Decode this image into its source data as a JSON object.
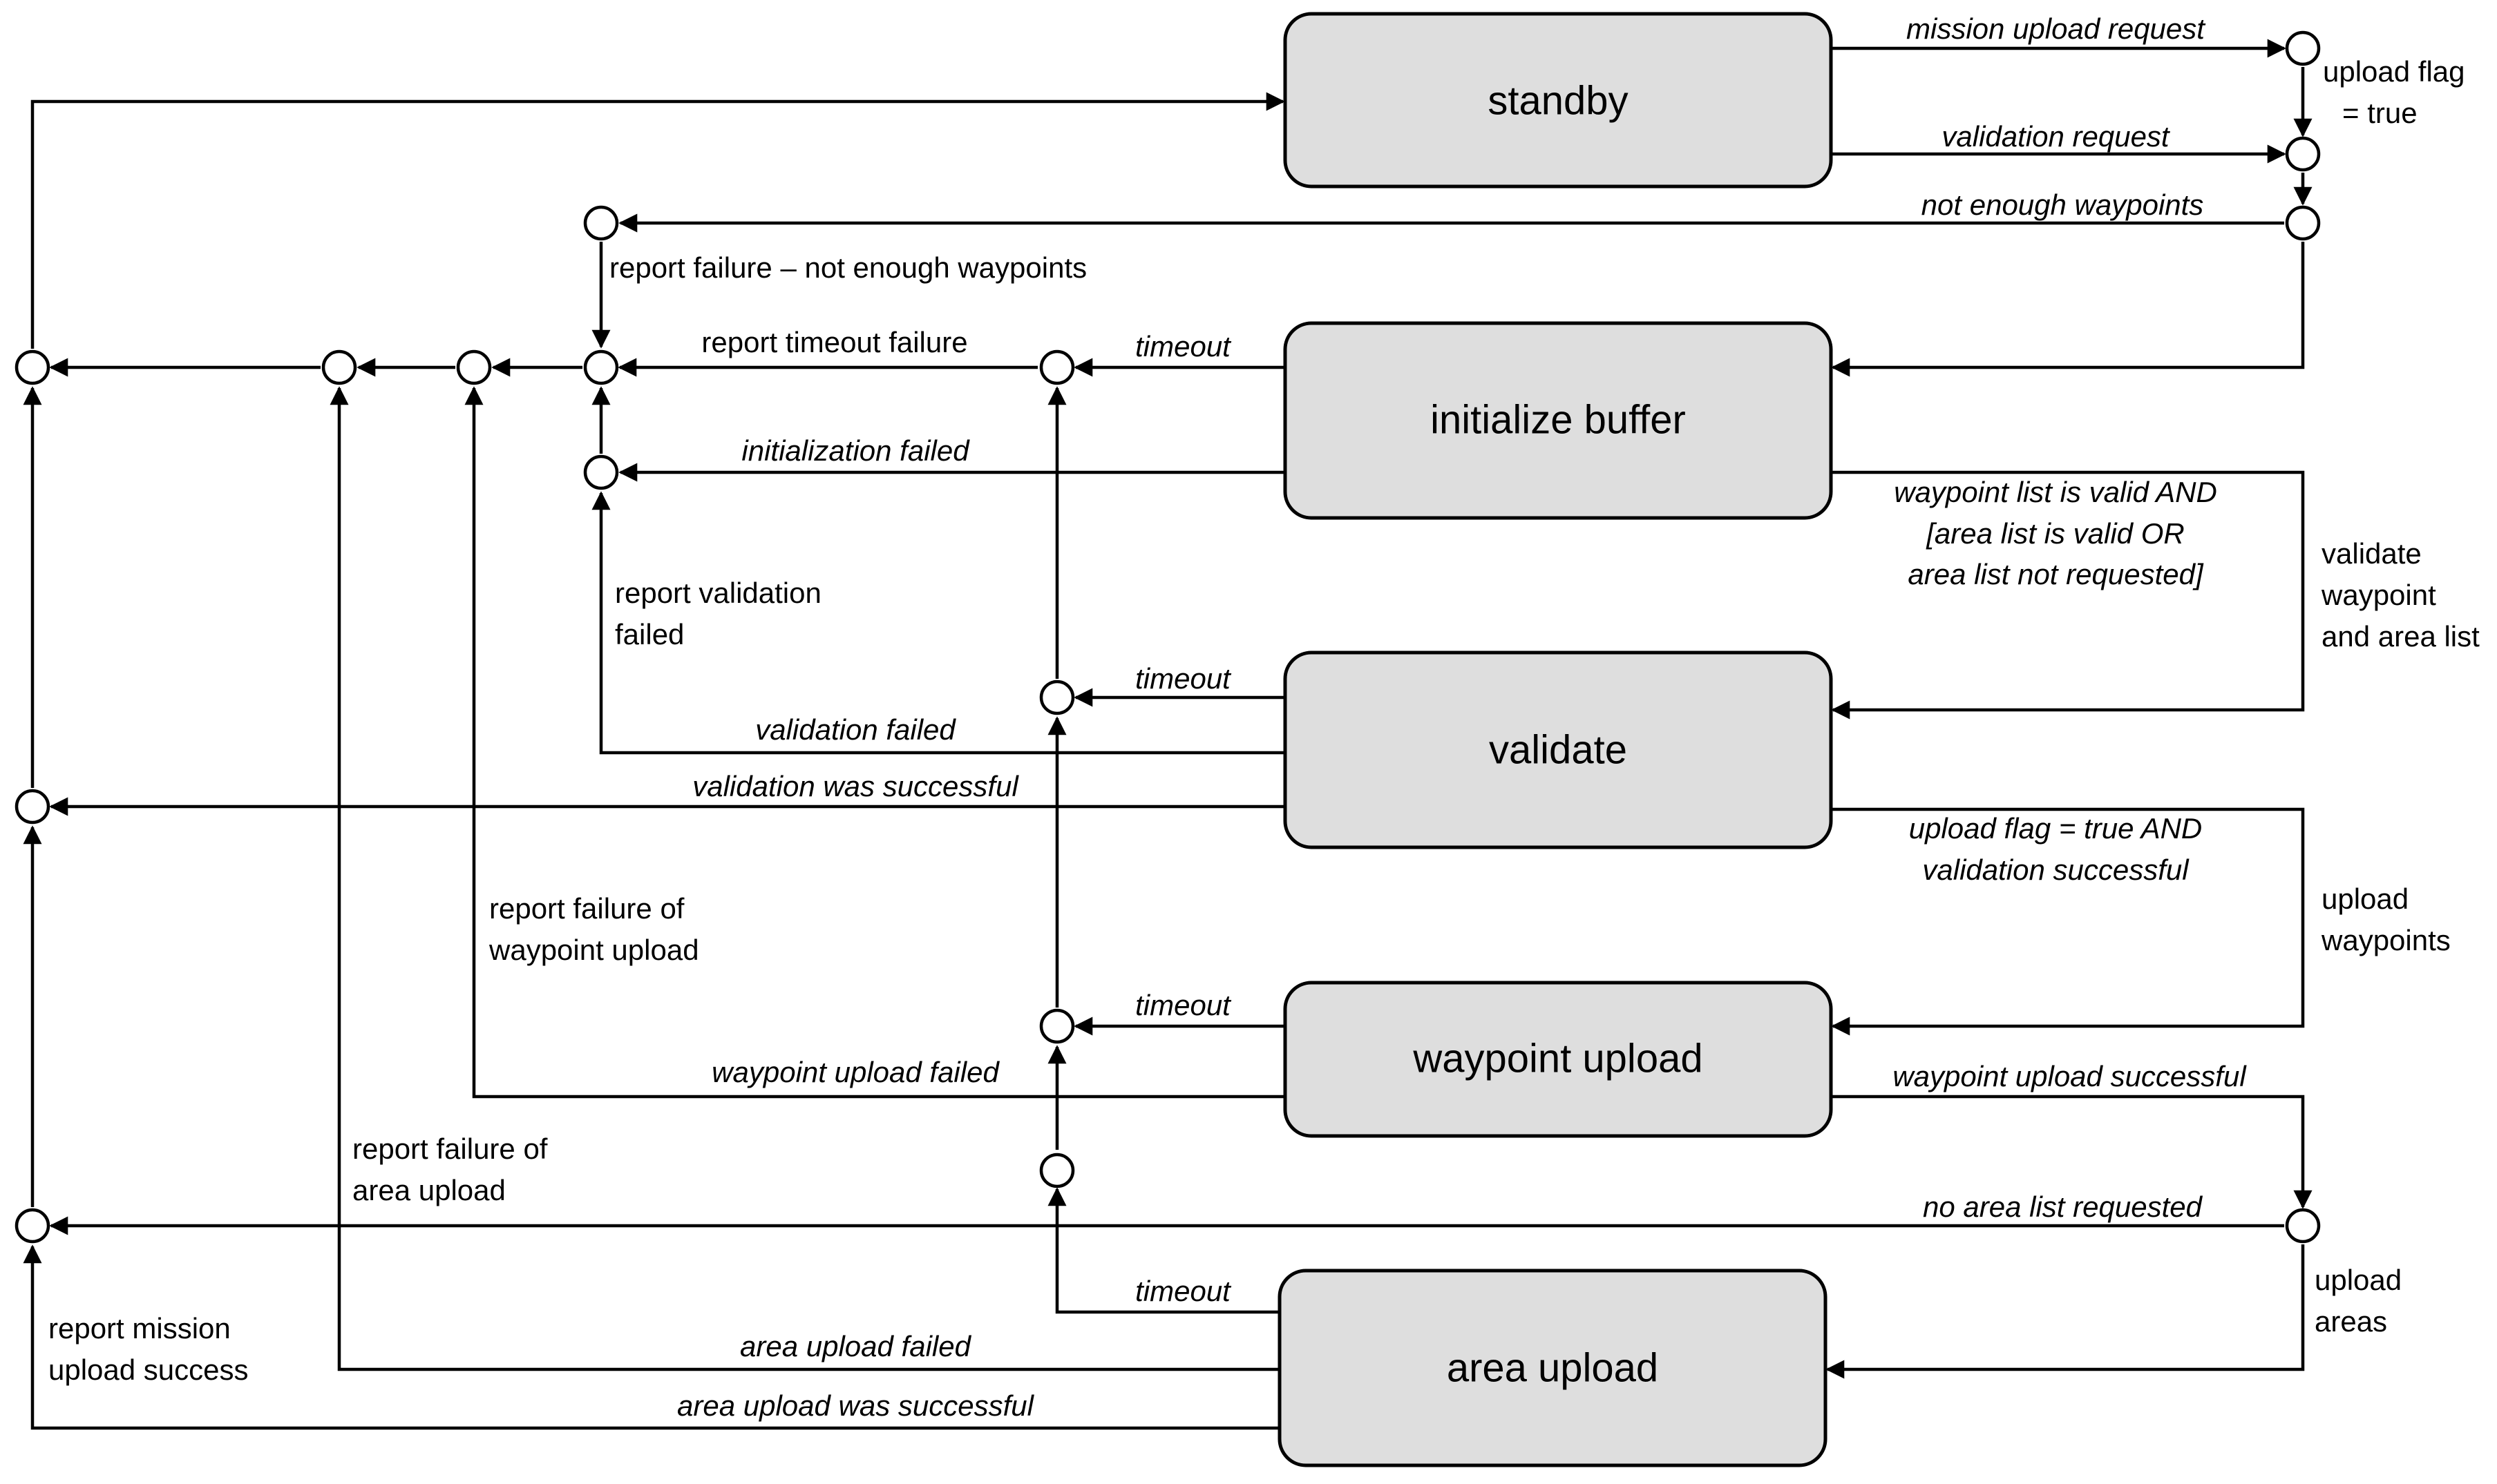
{
  "states": {
    "standby": "standby",
    "initialize_buffer": "initialize buffer",
    "validate": "validate",
    "waypoint_upload": "waypoint upload",
    "area_upload": "area upload"
  },
  "transitions": {
    "mission_upload_request": "mission upload request",
    "validation_request": "validation request",
    "not_enough_waypoints": "not enough waypoints",
    "timeout": "timeout",
    "initialization_failed": "initialization failed",
    "waypoint_list_valid_line1": "waypoint list is valid AND",
    "waypoint_list_valid_line2": "[area list is valid OR",
    "waypoint_list_valid_line3": "area list not requested]",
    "validation_failed": "validation failed",
    "validation_was_successful": "validation was successful",
    "upload_flag_true_line1": "upload flag = true AND",
    "upload_flag_true_line2": "validation successful",
    "waypoint_upload_failed": "waypoint upload failed",
    "waypoint_upload_successful": "waypoint upload successful",
    "no_area_list_requested": "no area list requested",
    "area_upload_failed": "area upload failed",
    "area_upload_was_successful": "area upload was successful"
  },
  "actions": {
    "upload_flag_line1": "upload flag",
    "upload_flag_line2": "= true",
    "report_failure_not_enough_waypoints": "report failure – not enough waypoints",
    "report_timeout_failure": "report timeout failure",
    "report_validation_failed_line1": "report validation",
    "report_validation_failed_line2": "failed",
    "validate_waypoint_line1": "validate",
    "validate_waypoint_line2": "waypoint",
    "validate_waypoint_line3": "and area list",
    "report_failure_waypoint_line1": "report failure of",
    "report_failure_waypoint_line2": "waypoint upload",
    "upload_waypoints_line1": "upload",
    "upload_waypoints_line2": "waypoints",
    "report_failure_area_line1": "report failure of",
    "report_failure_area_line2": "area upload",
    "upload_areas_line1": "upload",
    "upload_areas_line2": "areas",
    "report_mission_success_line1": "report mission",
    "report_mission_success_line2": "upload success"
  }
}
